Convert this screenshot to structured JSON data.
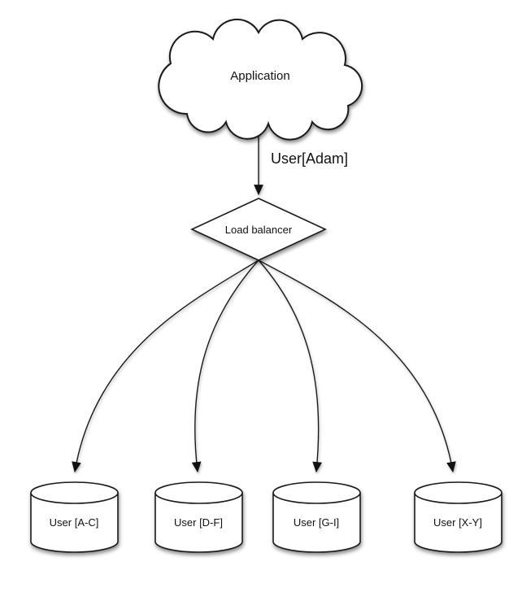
{
  "diagram": {
    "type": "sharding-architecture-flow",
    "colors": {
      "stroke": "#1a1a1a",
      "node_fill": "#ffffff",
      "text": "#111111",
      "arrowhead": "#111111"
    },
    "nodes": {
      "application": {
        "shape": "cloud",
        "label": "Application"
      },
      "load_balancer": {
        "shape": "diamond",
        "label": "Load balancer"
      },
      "db_ac": {
        "shape": "cylinder",
        "label": "User [A-C]"
      },
      "db_df": {
        "shape": "cylinder",
        "label": "User [D-F]"
      },
      "db_gi": {
        "shape": "cylinder",
        "label": "User [G-I]"
      },
      "db_xy": {
        "shape": "cylinder",
        "label": "User [X-Y]"
      }
    },
    "edges": [
      {
        "from": "application",
        "to": "load_balancer",
        "label": "User[Adam]"
      },
      {
        "from": "load_balancer",
        "to": "db_ac",
        "label": ""
      },
      {
        "from": "load_balancer",
        "to": "db_df",
        "label": ""
      },
      {
        "from": "load_balancer",
        "to": "db_gi",
        "label": ""
      },
      {
        "from": "load_balancer",
        "to": "db_xy",
        "label": ""
      }
    ]
  }
}
